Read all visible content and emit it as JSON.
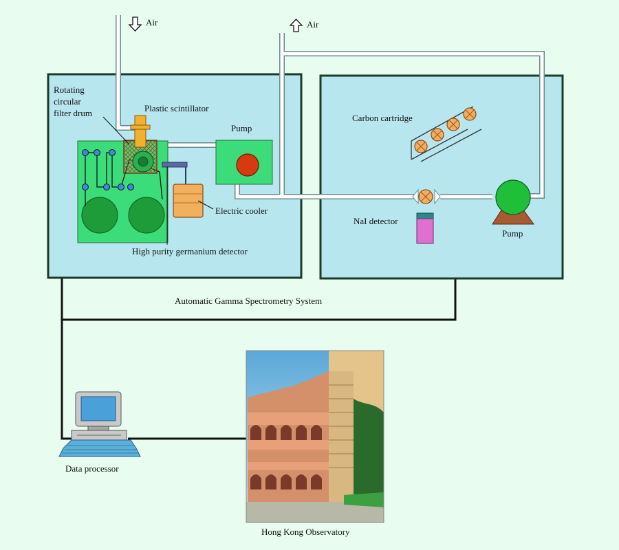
{
  "labels": {
    "air_in": "Air",
    "air_out": "Air",
    "filter_drum": [
      "Rotating",
      "circular",
      "filter drum"
    ],
    "plastic_scintillator": "Plastic scintillator",
    "pump_left": "Pump",
    "carbon_cartridge": "Carbon cartridge",
    "electric_cooler": "Electric cooler",
    "nai_detector": "NaI detector",
    "pump_right": "Pump",
    "hpge_detector": "High purity germanium detector",
    "system_title": "Automatic Gamma Spectrometry System",
    "data_processor": "Data processor",
    "observatory": "Hong Kong Observatory"
  },
  "colors": {
    "page_background": "#e8fdf0",
    "panel_fill": "#b8e6ee",
    "panel_border": "#1a3a2a",
    "module_fill": "#3ddc7a",
    "drum_green": "#1f9c3a",
    "scintillator": "#f0b030",
    "filter_housing": "#a8502a",
    "cartridge": "#f0b060",
    "nai_crystal": "#e070d0",
    "pump_red": "#d83a10",
    "cable": "#111111",
    "pipe": "#ffffff"
  },
  "icons": {
    "arrow_down": "arrow-down-icon",
    "arrow_up": "arrow-up-icon",
    "computer": "computer-icon",
    "building_photo": "building-photo"
  }
}
